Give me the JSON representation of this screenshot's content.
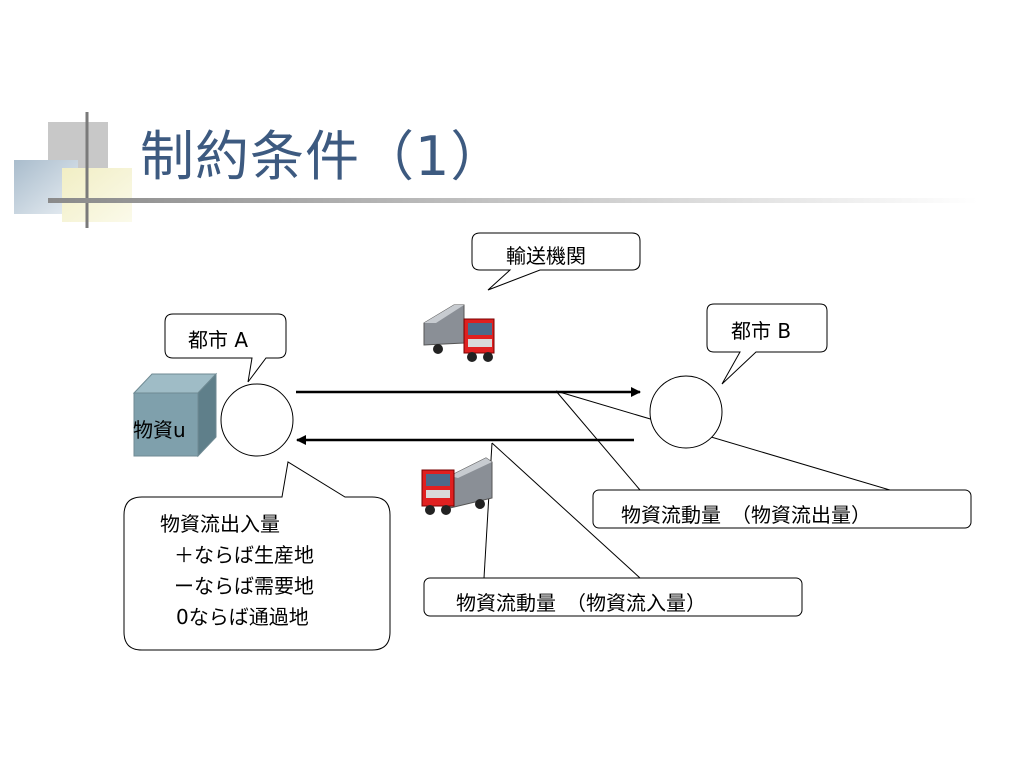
{
  "slide": {
    "title": "制約条件（1）"
  },
  "diagram": {
    "transport_label": "輸送機関",
    "city_a_label": "都市 A",
    "city_b_label": "都市 B",
    "goods_label": "物資u",
    "outflow_label": "物資流動量　（物資流出量）",
    "inflow_label": "物資流動量　（物資流入量）",
    "net_flow_lines": [
      "物資流出入量",
      "＋ならば生産地",
      "ーならば需要地",
      "0ならば通過地"
    ]
  },
  "colors": {
    "title": "#3d5a80",
    "box_front": "#7fa0ac",
    "truck_cab": "#e02020",
    "trailer": "#8a8f96"
  }
}
